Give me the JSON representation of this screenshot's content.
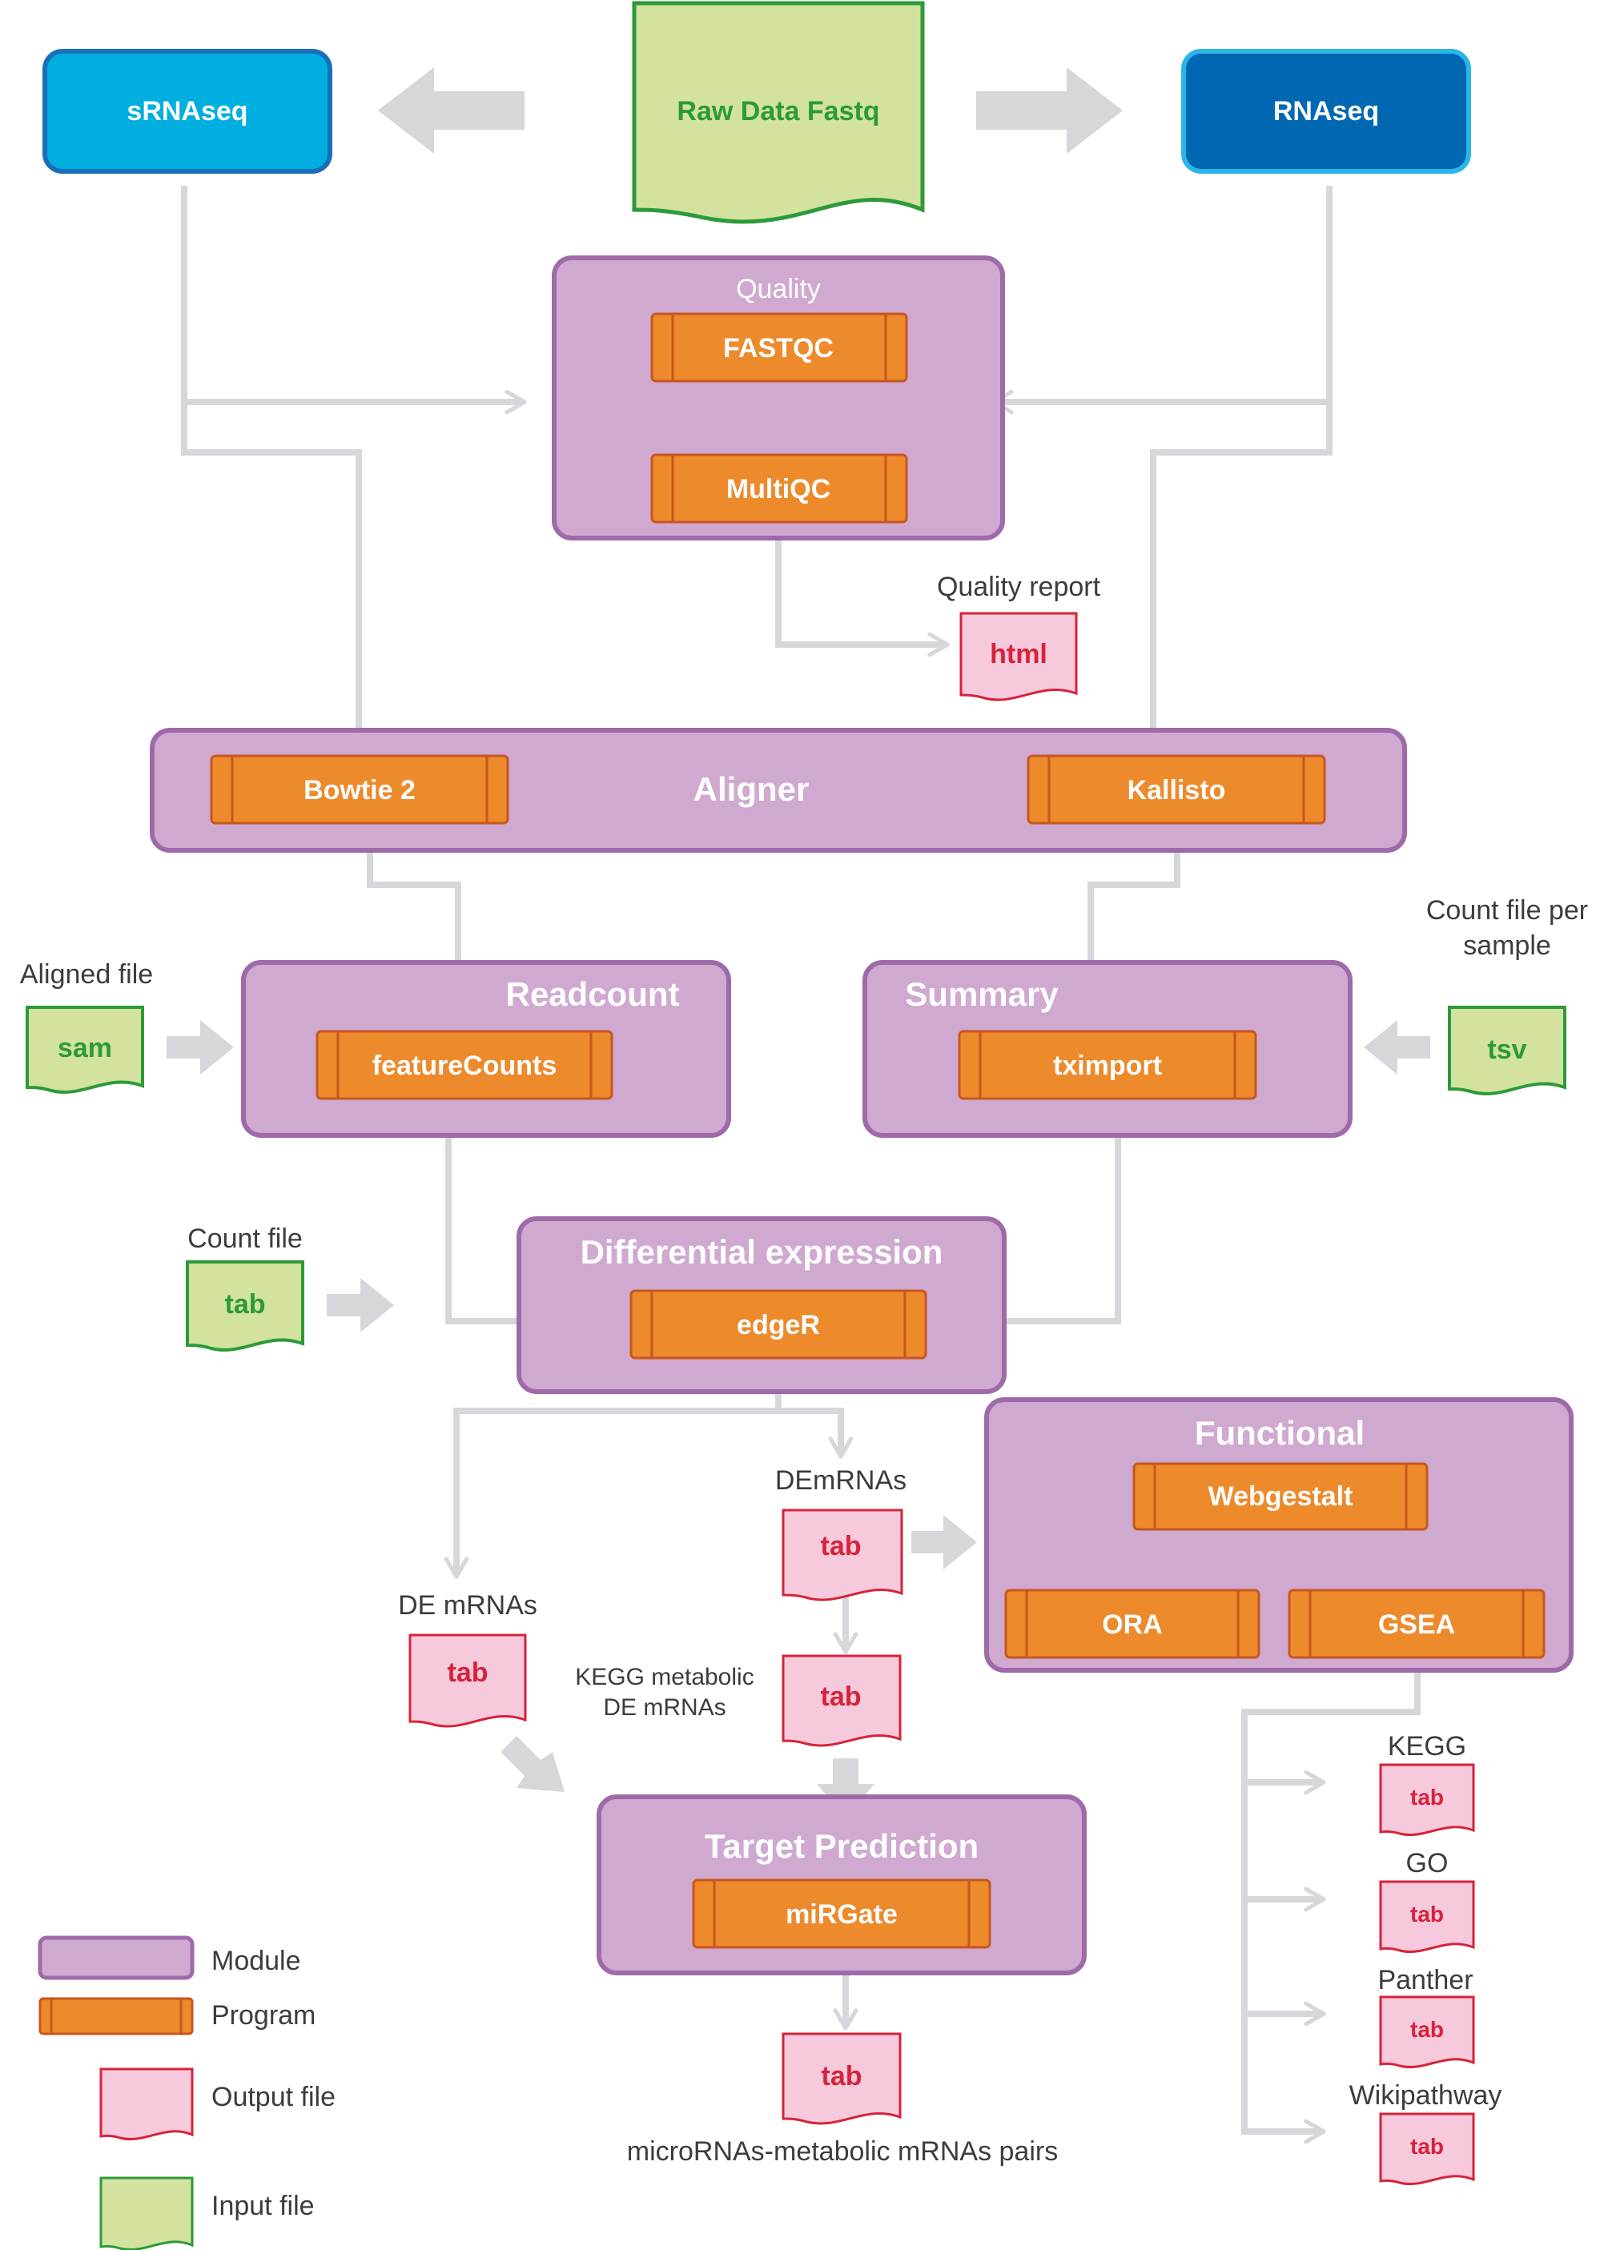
{
  "sources": {
    "srnaseq": "sRNAseq",
    "raw": "Raw Data Fastq",
    "rnaseq": "RNAseq"
  },
  "modules": {
    "quality": {
      "title": "Quality",
      "programs": [
        "FASTQC",
        "MultiQC"
      ]
    },
    "aligner": {
      "title": "Aligner",
      "programs": [
        "Bowtie 2",
        "Kallisto"
      ]
    },
    "readcount": {
      "title": "Readcount",
      "program": "featureCounts"
    },
    "summary": {
      "title": "Summary",
      "program": "tximport"
    },
    "diffexp": {
      "title": "Differential expression",
      "program": "edgeR"
    },
    "functional": {
      "title": "Functional",
      "programs": [
        "Webgestalt",
        "ORA",
        "GSEA"
      ]
    },
    "target": {
      "title": "Target Prediction",
      "program": "miRGate"
    }
  },
  "files": {
    "quality_report": {
      "label": "Quality report",
      "ext": "html"
    },
    "aligned": {
      "label": "Aligned file",
      "ext": "sam"
    },
    "count_per_sample": {
      "label1": "Count file per",
      "label2": "sample",
      "ext": "tsv"
    },
    "count_file": {
      "label": "Count file",
      "ext": "tab"
    },
    "de_mrnas_left": {
      "label": "DE mRNAs",
      "ext": "tab"
    },
    "demrnas": {
      "label": "DEmRNAs",
      "ext": "tab"
    },
    "kegg_metabolic": {
      "label1": "KEGG metabolic",
      "label2": "DE mRNAs",
      "ext": "tab"
    },
    "pairs": {
      "label": "microRNAs-metabolic mRNAs pairs",
      "ext": "tab"
    },
    "gsea_outputs": [
      {
        "label": "KEGG",
        "ext": "tab"
      },
      {
        "label": "GO",
        "ext": "tab"
      },
      {
        "label": "Panther",
        "ext": "tab"
      },
      {
        "label": "Wikipathway",
        "ext": "tab"
      }
    ]
  },
  "legend": {
    "module": "Module",
    "program": "Program",
    "output": "Output file",
    "input": "Input file"
  },
  "colors": {
    "module_fill": "#cfa9d0",
    "module_stroke": "#9e6aa9",
    "program_fill": "#ec8a2c",
    "program_stroke": "#c8561f",
    "output_fill": "#f7c9dc",
    "output_stroke": "#d6233a",
    "input_fill": "#d3e29e",
    "input_stroke": "#2c9a39",
    "srnaseq_fill": "#00aee0",
    "srnaseq_stroke": "#1b6fb8",
    "rnaseq_fill": "#0068b3",
    "rnaseq_stroke": "#2bb5e8",
    "arrow": "#d5d7da"
  }
}
